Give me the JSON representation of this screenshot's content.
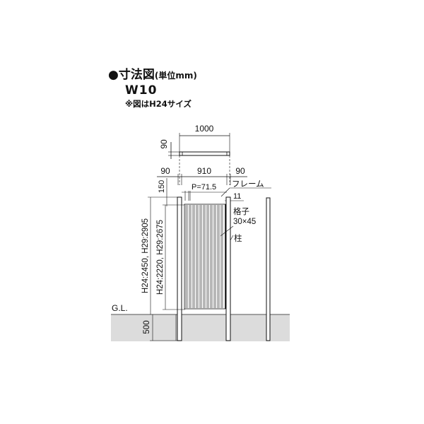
{
  "header": {
    "bullet": "●",
    "title": "寸法図",
    "unit": "(単位mm)",
    "model": "W10",
    "note": "※図はH24サイズ"
  },
  "dimensions": {
    "total_width": "1000",
    "cap_height": "90",
    "post_left": "90",
    "inner_width": "910",
    "post_right": "90",
    "top_offset": "150",
    "pitch": "P=71.5",
    "frame_gap": "11",
    "overall_height": "H24:2450, H29:2905",
    "panel_height": "H24:2220, H29:2675",
    "embed_depth": "500"
  },
  "labels": {
    "frame": "フレーム",
    "lattice": "格子",
    "lattice_size": "30×45",
    "post": "柱",
    "ground_line": "G.L."
  },
  "colors": {
    "line": "#111111",
    "ground": "#dcdcdc",
    "background": "#ffffff"
  }
}
